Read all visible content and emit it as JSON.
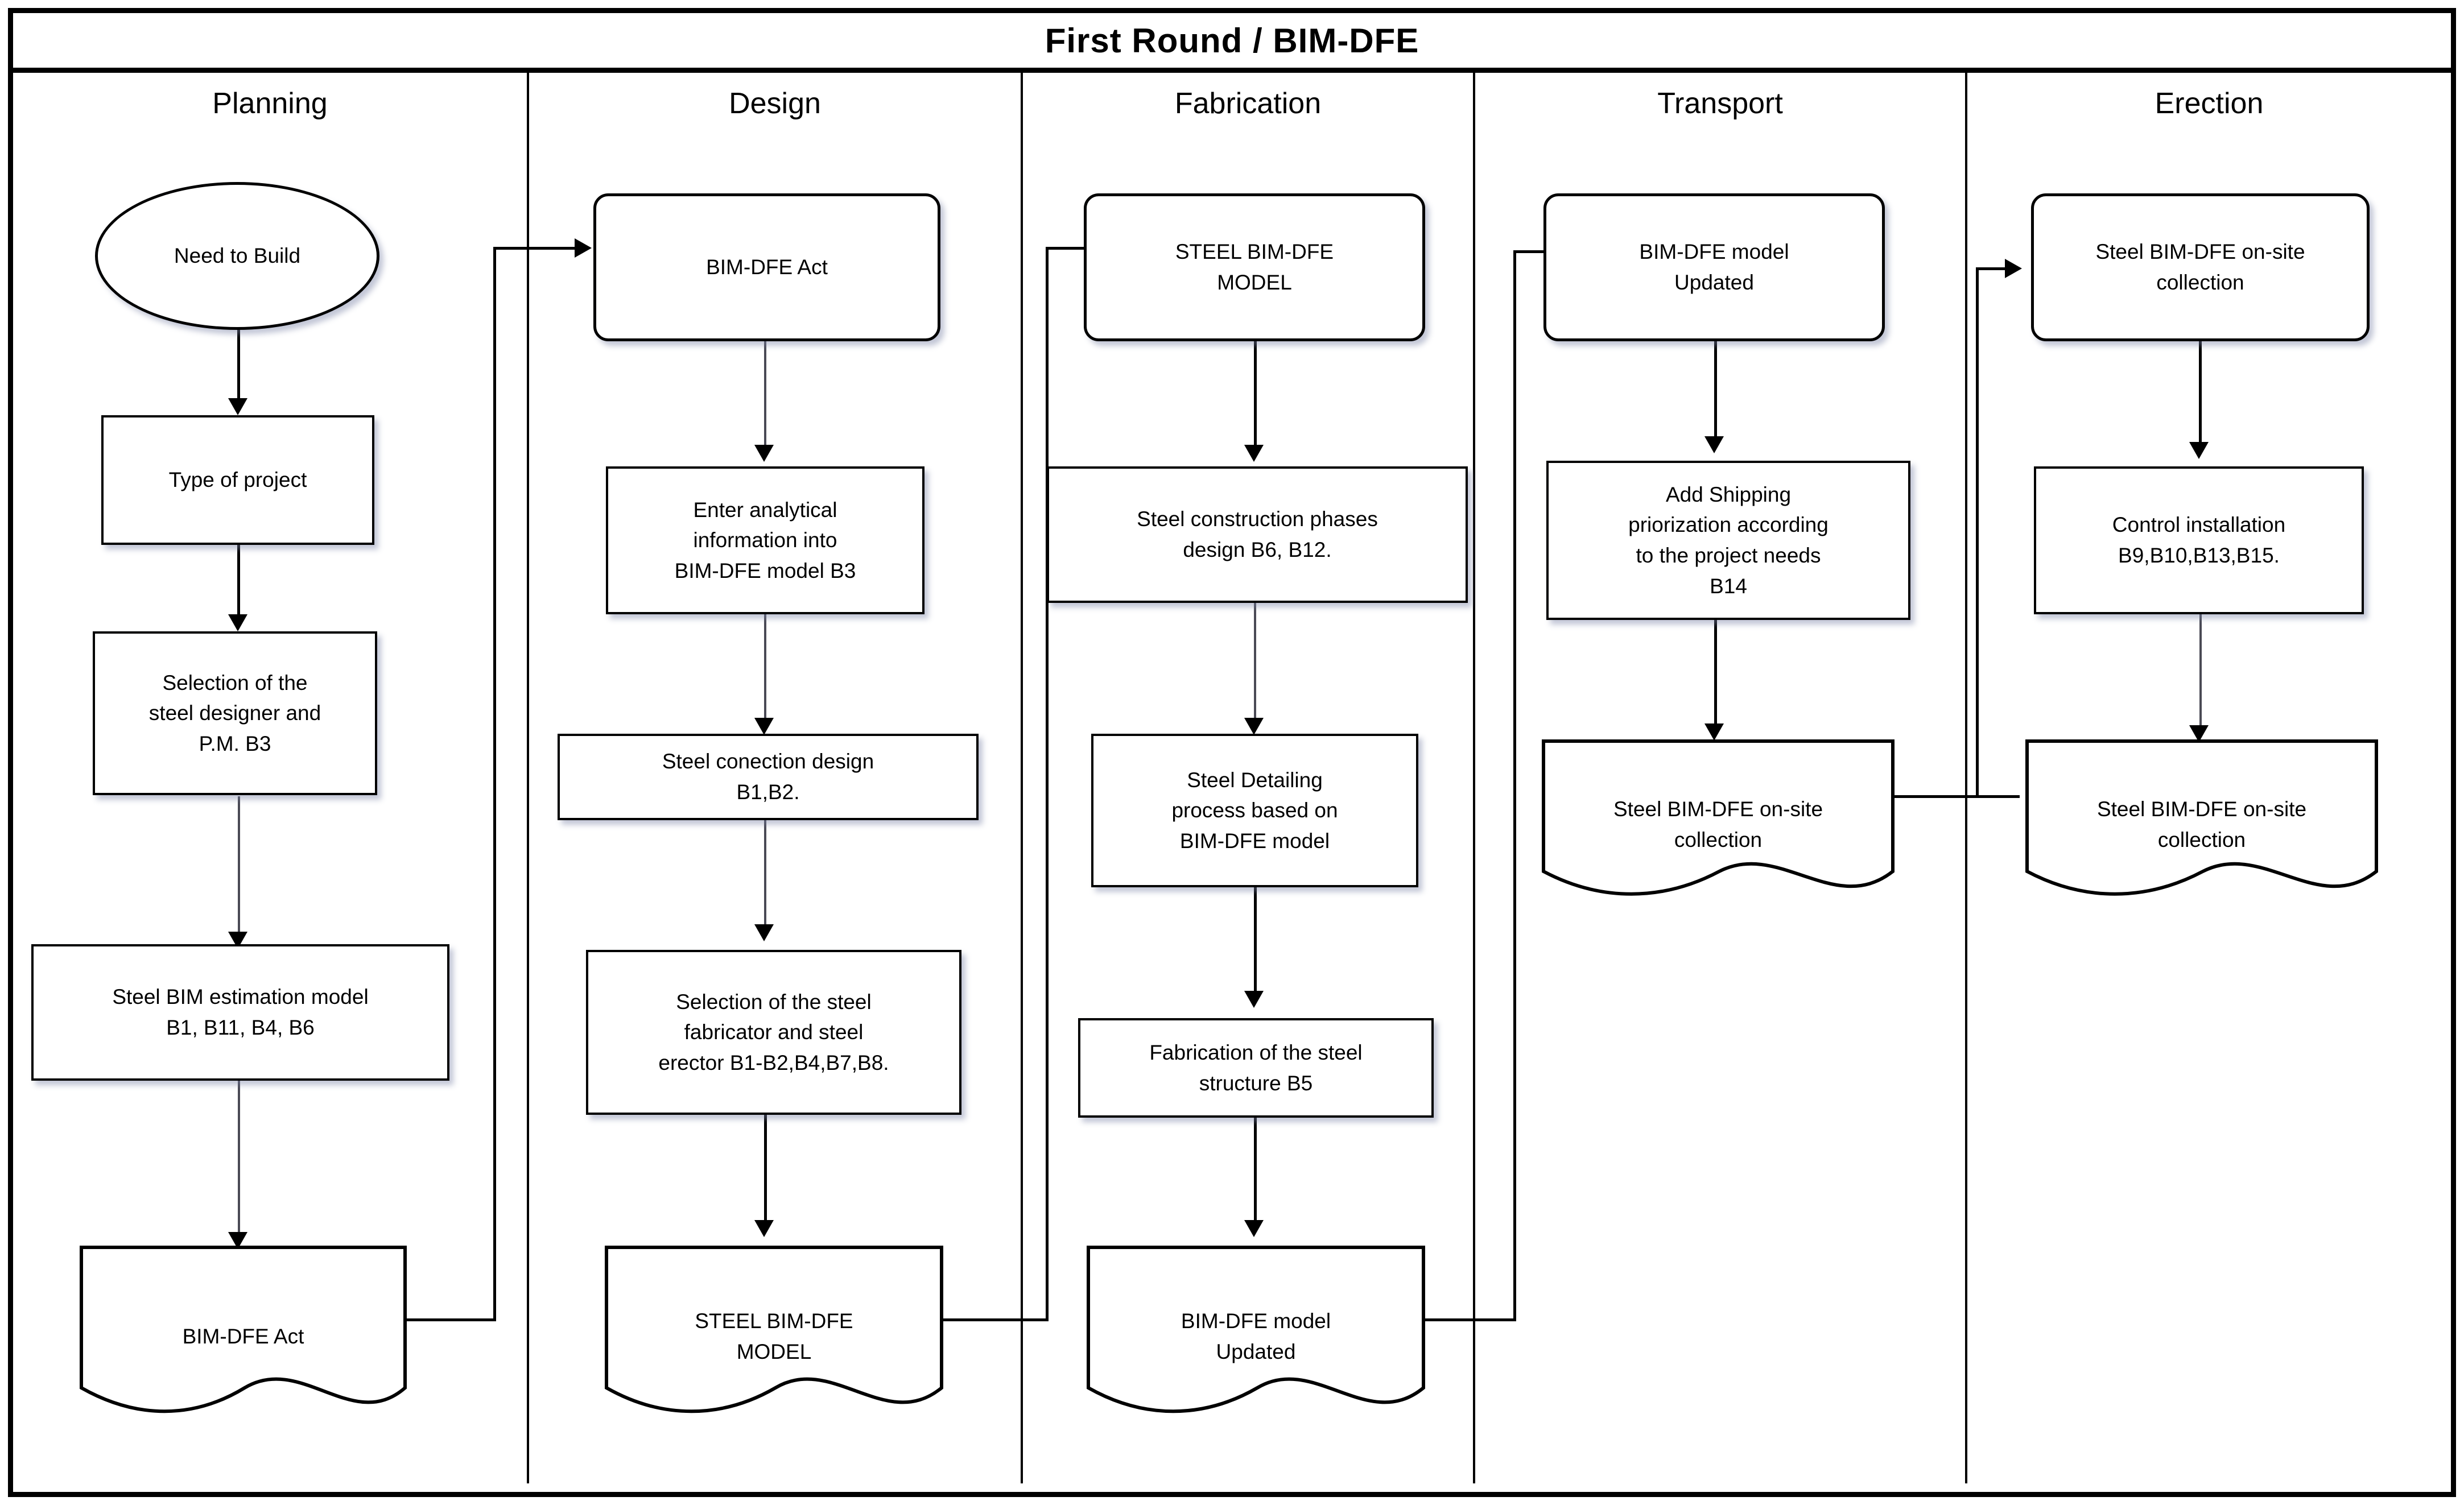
{
  "title": "First Round / BIM-DFE",
  "lanes": [
    {
      "id": "planning",
      "label": "Planning"
    },
    {
      "id": "design",
      "label": "Design"
    },
    {
      "id": "fabrication",
      "label": "Fabrication"
    },
    {
      "id": "transport",
      "label": "Transport"
    },
    {
      "id": "erection",
      "label": "Erection"
    }
  ],
  "nodes": {
    "p1": "Need to Build",
    "p2": "Type of project",
    "p3": "Selection of the\nsteel designer and\nP.M. B3",
    "p4": "Steel BIM estimation model\nB1, B11, B4, B6",
    "p5": "BIM-DFE Act",
    "d1": "BIM-DFE Act",
    "d2": "Enter analytical\ninformation into\nBIM-DFE model B3",
    "d3": "Steel conection design\nB1,B2.",
    "d4": "Selection of the steel\nfabricator and steel\nerector B1-B2,B4,B7,B8.",
    "d5": "STEEL BIM-DFE\nMODEL",
    "f1": "STEEL BIM-DFE\nMODEL",
    "f2": "Steel construction phases\ndesign B6, B12.",
    "f3": "Steel Detailing\nprocess based on\nBIM-DFE model",
    "f4": "Fabrication of the steel\nstructure B5",
    "f5": "BIM-DFE model\nUpdated",
    "t1": "BIM-DFE model\nUpdated",
    "t2": "Add  Shipping\npriorization according\nto the project needs\nB14",
    "t3": "Steel BIM-DFE on-site\ncollection",
    "e1": "Steel BIM-DFE on-site\ncollection",
    "e2": "Control installation\nB9,B10,B13,B15.",
    "e3": "Steel BIM-DFE on-site\ncollection"
  },
  "colors": {
    "stroke": "#000000",
    "node_fill": "#ffffff",
    "canvas": "#ffffff",
    "shadow": "#7880a5"
  }
}
